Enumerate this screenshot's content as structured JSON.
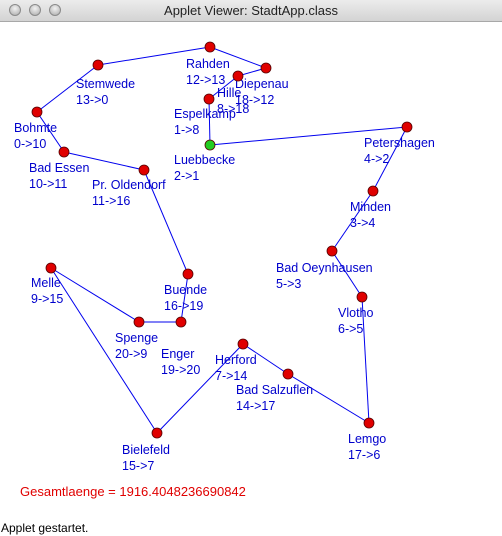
{
  "window": {
    "title": "Applet Viewer: StadtApp.class"
  },
  "colors": {
    "edge": "#0000ee",
    "city": "#e00000",
    "start_city": "#22cc22",
    "label": "#0000cc",
    "total": "#e00000"
  },
  "graph": {
    "cities": [
      {
        "id": "rahden",
        "name": "Rahden",
        "order": "12->13",
        "start": false
      },
      {
        "id": "diepenau",
        "name": "Diepenau",
        "order": "18->12",
        "start": false
      },
      {
        "id": "hille",
        "name": "Hille",
        "order": "8->18",
        "start": false
      },
      {
        "id": "stemwede",
        "name": "Stemwede",
        "order": "13->0",
        "start": false
      },
      {
        "id": "espelkamp",
        "name": "Espelkamp",
        "order": "1->8",
        "start": false
      },
      {
        "id": "bohmte",
        "name": "Bohmte",
        "order": "0->10",
        "start": false
      },
      {
        "id": "luebbecke",
        "name": "Luebbecke",
        "order": "2->1",
        "start": true
      },
      {
        "id": "petershagen",
        "name": "Petershagen",
        "order": "4->2",
        "start": false
      },
      {
        "id": "bad-essen",
        "name": "Bad Essen",
        "order": "10->11",
        "start": false
      },
      {
        "id": "pr-oldendorf",
        "name": "Pr. Oldendorf",
        "order": "11->16",
        "start": false
      },
      {
        "id": "minden",
        "name": "Minden",
        "order": "3->4",
        "start": false
      },
      {
        "id": "bad-oeynhausen",
        "name": "Bad Oeynhausen",
        "order": "5->3",
        "start": false
      },
      {
        "id": "melle",
        "name": "Melle",
        "order": "9->15",
        "start": false
      },
      {
        "id": "buende",
        "name": "Buende",
        "order": "16->19",
        "start": false
      },
      {
        "id": "vlotho",
        "name": "Vlotho",
        "order": "6->5",
        "start": false
      },
      {
        "id": "spenge",
        "name": "Spenge",
        "order": "20->9",
        "start": false
      },
      {
        "id": "enger",
        "name": "Enger",
        "order": "19->20",
        "start": false
      },
      {
        "id": "herford",
        "name": "Herford",
        "order": "7->14",
        "start": false
      },
      {
        "id": "bad-salzuflen",
        "name": "Bad Salzuflen",
        "order": "14->17",
        "start": false
      },
      {
        "id": "lemgo",
        "name": "Lemgo",
        "order": "17->6",
        "start": false
      },
      {
        "id": "bielefeld",
        "name": "Bielefeld",
        "order": "15->7",
        "start": false
      }
    ],
    "route": [
      "luebbecke",
      "espelkamp",
      "hille",
      "diepenau",
      "rahden",
      "stemwede",
      "bohmte",
      "bad-essen",
      "pr-oldendorf",
      "buende",
      "enger",
      "spenge",
      "melle",
      "bielefeld",
      "herford",
      "bad-salzuflen",
      "lemgo",
      "vlotho",
      "bad-oeynhausen",
      "minden",
      "petershagen",
      "luebbecke"
    ],
    "total_length": "Gesamtlaenge = 1916.4048236690842"
  },
  "status": {
    "text": "Applet gestartet."
  }
}
